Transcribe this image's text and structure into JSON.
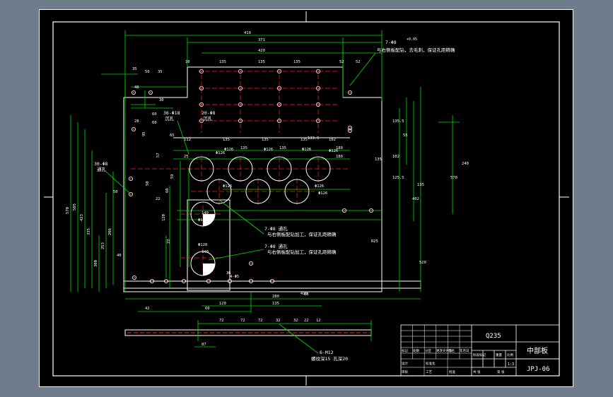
{
  "drawing": {
    "material": "Q235",
    "part_name": "中部板",
    "drawing_no": "JPJ-06",
    "scale": "1:3",
    "title_block_labels": [
      "标记",
      "处数",
      "分区",
      "更改文件号",
      "签名",
      "年月日",
      "设计",
      "标准化",
      "阶段标记",
      "重量",
      "比例",
      "审核",
      "工艺",
      "批准",
      "共 张",
      "第 张"
    ]
  },
  "dimensions": {
    "top_chain": [
      "410",
      "371",
      "420",
      "10",
      "135",
      "135",
      "135",
      "52",
      "52",
      "35",
      "50",
      "35"
    ],
    "upper_row": [
      "112",
      "135",
      "135",
      "135",
      "102",
      "135",
      "135",
      "180",
      "180",
      "60",
      "60"
    ],
    "left_chain": [
      "570",
      "505",
      "423",
      "335",
      "300",
      "253",
      "206",
      "120",
      "60",
      "95",
      "50",
      "57",
      "59",
      "22"
    ],
    "right_chain": [
      "135.5",
      "102",
      "125.5",
      "55",
      "135",
      "402",
      "520",
      "570",
      "240"
    ],
    "bottom_chain": [
      "42",
      "60",
      "120",
      "135",
      "60",
      "280",
      "410"
    ],
    "strip_chain": [
      "72",
      "72",
      "72",
      "32",
      "32",
      "22",
      "12",
      "87"
    ],
    "hole_labels": [
      "Φ126",
      "Φ126",
      "Φ126",
      "Φ126",
      "Φ126",
      "Φ126",
      "Φ126",
      "Φ126",
      "Φ120",
      "Φ120"
    ],
    "misc": [
      "48",
      "30",
      "28",
      "50",
      "65",
      "140",
      "140",
      "135",
      "133.5",
      "25",
      "22",
      "36",
      "40",
      "4-Φ5",
      "R25"
    ]
  },
  "annotations": {
    "note_top_right": "与右侧板配钻，去毛刺，保证孔距精确",
    "note_top_right_tag": "7-Φ8",
    "note_top_right_tol": "+0.05",
    "left_hole_tag_1": "36-Φ18",
    "left_hole_tag_1b": "沉孔",
    "left_hole_tag_2": "20-Φ8",
    "left_hole_tag_2b": "沉孔",
    "side_tag": "30-Φ8",
    "side_tag_b": "通孔",
    "note_mid_1": "7-Φ8 通孔",
    "note_mid_1b": "与右侧板配钻加工，保证孔距精确",
    "note_mid_2": "7-Φ8 通孔",
    "note_mid_2b": "与右侧板配钻加工，保证孔距精确",
    "note_bottom": "6-M12",
    "note_bottom_b": "螺纹深15 孔深20"
  },
  "colors": {
    "background": "#000000",
    "frame": "#ffffff",
    "geometry": "#ffffff",
    "dimension": "#00e000",
    "centerline": "#ff2020",
    "hole_center": "#ff3030"
  }
}
